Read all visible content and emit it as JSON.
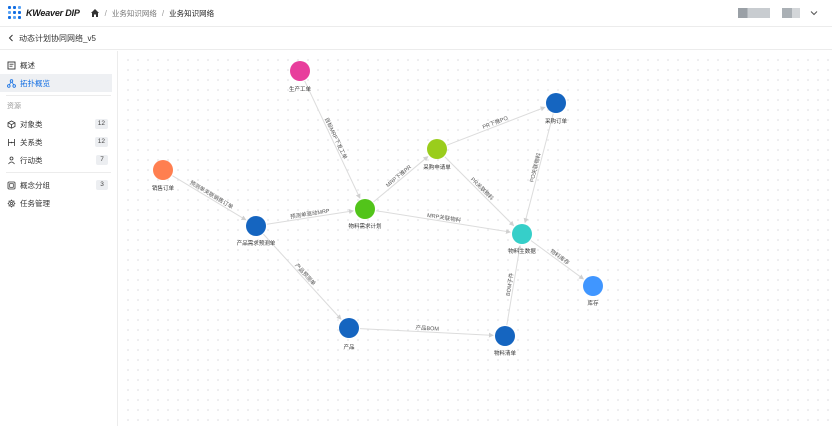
{
  "header": {
    "app_name": "KWeaver DIP",
    "breadcrumb": [
      "业务知识网络",
      "业务知识网络"
    ]
  },
  "subheader": {
    "title": "动态计划协同网络_v5"
  },
  "sidebar": {
    "top_items": [
      {
        "label": "概述",
        "icon": "overview-icon",
        "active": false
      },
      {
        "label": "拓扑概览",
        "icon": "topology-icon",
        "active": true
      }
    ],
    "section_label": "资源",
    "resource_items": [
      {
        "label": "对象类",
        "icon": "cube-icon",
        "count": "12"
      },
      {
        "label": "关系类",
        "icon": "relation-icon",
        "count": "12"
      },
      {
        "label": "行动类",
        "icon": "action-icon",
        "count": "7"
      }
    ],
    "bottom_items": [
      {
        "label": "概念分组",
        "icon": "group-icon",
        "count": "3"
      },
      {
        "label": "任务管理",
        "icon": "task-icon",
        "count": ""
      }
    ]
  },
  "colors": {
    "accent": "#126ee3",
    "node_magenta": "#e83e9c",
    "node_orange": "#ff7f50",
    "node_darkblue": "#1565c0",
    "node_green": "#52c41a",
    "node_lime": "#9acd1c",
    "node_teal": "#36cfc9",
    "node_lightblue": "#4096ff"
  },
  "graph": {
    "nodes": [
      {
        "id": "production",
        "label": "生产工单",
        "color": "#e83e9c"
      },
      {
        "id": "sales",
        "label": "销售订单",
        "color": "#ff7f50"
      },
      {
        "id": "forecast",
        "label": "产品需求预测单",
        "color": "#1565c0"
      },
      {
        "id": "material_plan",
        "label": "物料需求计划",
        "color": "#52c41a"
      },
      {
        "id": "purchase_req",
        "label": "采购申请单",
        "color": "#9acd1c"
      },
      {
        "id": "purchase_order",
        "label": "采购订单",
        "color": "#1565c0"
      },
      {
        "id": "material_master",
        "label": "物料主数据",
        "color": "#36cfc9"
      },
      {
        "id": "inventory",
        "label": "库存",
        "color": "#4096ff"
      },
      {
        "id": "product",
        "label": "产品",
        "color": "#1565c0"
      },
      {
        "id": "bom",
        "label": "物料清单",
        "color": "#1565c0"
      }
    ],
    "edges": [
      {
        "from": "sales",
        "to": "forecast",
        "label": "预测单关联销售订单"
      },
      {
        "from": "production",
        "to": "material_plan",
        "label": "目标MRP下发工单"
      },
      {
        "from": "forecast",
        "to": "material_plan",
        "label": "预测单驱动MRP"
      },
      {
        "from": "material_plan",
        "to": "purchase_req",
        "label": "MRP下推PR"
      },
      {
        "from": "purchase_req",
        "to": "purchase_order",
        "label": "PR下推PO"
      },
      {
        "from": "purchase_req",
        "to": "material_master",
        "label": "PR关联物料"
      },
      {
        "from": "purchase_order",
        "to": "material_master",
        "label": "PO关联物料"
      },
      {
        "from": "material_plan",
        "to": "material_master",
        "label": "MRP关联物料"
      },
      {
        "from": "material_master",
        "to": "inventory",
        "label": "物料库存"
      },
      {
        "from": "forecast",
        "to": "product",
        "label": "产品预测单"
      },
      {
        "from": "product",
        "to": "bom",
        "label": "产品BOM"
      },
      {
        "from": "bom",
        "to": "material_master",
        "label": "BOM子件"
      }
    ]
  }
}
